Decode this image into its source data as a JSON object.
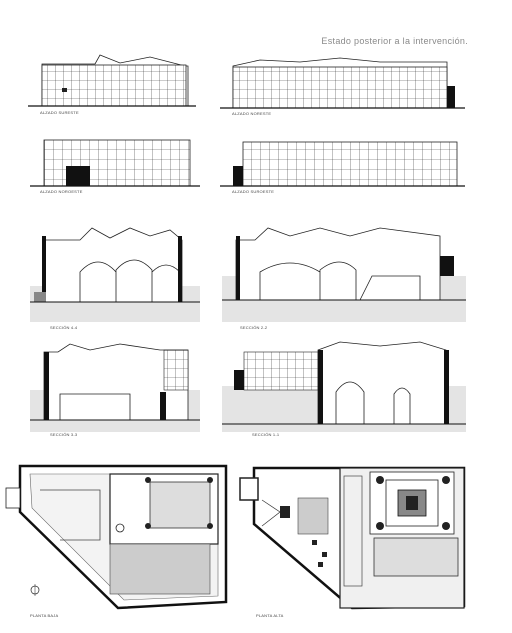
{
  "header": {
    "title": "Estado posterior a la intervención."
  },
  "elevations": [
    {
      "id": "sureste",
      "label": "ALZADO SURESTE"
    },
    {
      "id": "noreste",
      "label": "ALZADO NORESTE"
    },
    {
      "id": "noroeste",
      "label": "ALZADO NOROESTE"
    },
    {
      "id": "suroeste",
      "label": "ALZADO SUROESTE"
    }
  ],
  "sections": [
    {
      "id": "s4",
      "label": "SECCIÓN 4-4"
    },
    {
      "id": "s2",
      "label": "SECCIÓN 2-2"
    },
    {
      "id": "s3",
      "label": "SECCIÓN 3-3"
    },
    {
      "id": "s1",
      "label": "SECCIÓN 1-1"
    }
  ],
  "plans": [
    {
      "id": "baja",
      "label": "PLANTA BAJA"
    },
    {
      "id": "alta",
      "label": "PLANTA ALTA"
    }
  ],
  "colors": {
    "line": "#222222",
    "ground": "#e4e4e4",
    "poche": "#111111",
    "grey": "#9a9a9a"
  }
}
